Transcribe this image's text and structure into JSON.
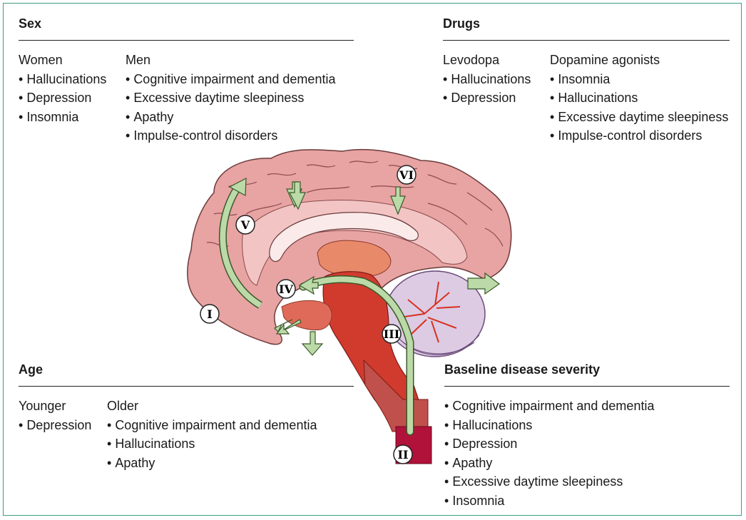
{
  "sex": {
    "title": "Sex",
    "women": {
      "heading": "Women",
      "items": [
        "Hallucinations",
        "Depression",
        "Insomnia"
      ]
    },
    "men": {
      "heading": "Men",
      "items": [
        "Cognitive impairment and dementia",
        "Excessive daytime sleepiness",
        "Apathy",
        "Impulse-control disorders"
      ]
    }
  },
  "drugs": {
    "title": "Drugs",
    "levodopa": {
      "heading": "Levodopa",
      "items": [
        "Hallucinations",
        "Depression"
      ]
    },
    "agonists": {
      "heading": "Dopamine agonists",
      "items": [
        "Insomnia",
        "Hallucinations",
        "Excessive daytime sleepiness",
        "Impulse-control disorders"
      ]
    }
  },
  "age": {
    "title": "Age",
    "younger": {
      "heading": "Younger",
      "items": [
        "Depression"
      ]
    },
    "older": {
      "heading": "Older",
      "items": [
        "Cognitive impairment and dementia",
        "Hallucinations",
        "Apathy"
      ]
    }
  },
  "severity": {
    "title": "Baseline disease severity",
    "items": [
      "Cognitive impairment and dementia",
      "Hallucinations",
      "Depression",
      "Apathy",
      "Excessive daytime sleepiness",
      "Insomnia"
    ]
  },
  "stages": {
    "i": "I",
    "ii": "II",
    "iii": "III",
    "iv": "IV",
    "v": "V",
    "vi": "VI"
  },
  "colors": {
    "frame": "#3f9a82",
    "cortex": "#e8a0a0",
    "brainstem": "#c0392b",
    "pathway": "#bcd9a8",
    "cerebellum": "#d8c8e0"
  }
}
